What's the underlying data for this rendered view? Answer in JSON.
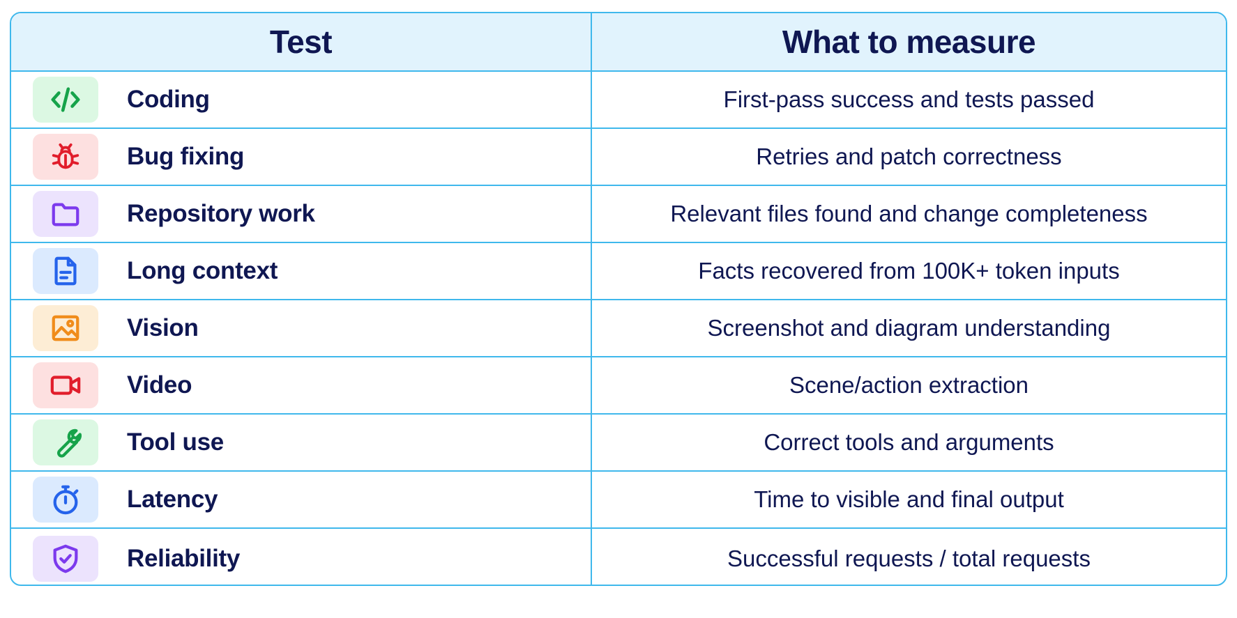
{
  "header": {
    "test": "Test",
    "measure": "What to measure"
  },
  "colors": {
    "border": "#3fb8ec",
    "header_bg": "#e1f3fd",
    "text": "#0f1752"
  },
  "rows": [
    {
      "test": "Coding",
      "measure": "First-pass success and tests passed",
      "icon": "code-icon",
      "icon_color": "#16a34a",
      "icon_bg": "#dcf8e3"
    },
    {
      "test": "Bug fixing",
      "measure": "Retries and patch correctness",
      "icon": "bug-icon",
      "icon_color": "#e11d2b",
      "icon_bg": "#fde0e0"
    },
    {
      "test": "Repository work",
      "measure": "Relevant files found and change completeness",
      "icon": "folder-icon",
      "icon_color": "#7c3aed",
      "icon_bg": "#ece3fd"
    },
    {
      "test": "Long context",
      "measure": "Facts recovered from 100K+ token inputs",
      "icon": "document-icon",
      "icon_color": "#2563eb",
      "icon_bg": "#dbeafe"
    },
    {
      "test": "Vision",
      "measure": "Screenshot and diagram understanding",
      "icon": "image-icon",
      "icon_color": "#f08c1a",
      "icon_bg": "#fdedd5"
    },
    {
      "test": "Video",
      "measure": "Scene/action extraction",
      "icon": "video-camera-icon",
      "icon_color": "#e11d2b",
      "icon_bg": "#fde0e0"
    },
    {
      "test": "Tool use",
      "measure": "Correct tools and arguments",
      "icon": "wrench-icon",
      "icon_color": "#16a34a",
      "icon_bg": "#dcf8e3"
    },
    {
      "test": "Latency",
      "measure": "Time to visible and final output",
      "icon": "stopwatch-icon",
      "icon_color": "#2563eb",
      "icon_bg": "#dbeafe"
    },
    {
      "test": "Reliability",
      "measure": "Successful requests / total requests",
      "icon": "shield-check-icon",
      "icon_color": "#7c3aed",
      "icon_bg": "#ece3fd"
    }
  ]
}
